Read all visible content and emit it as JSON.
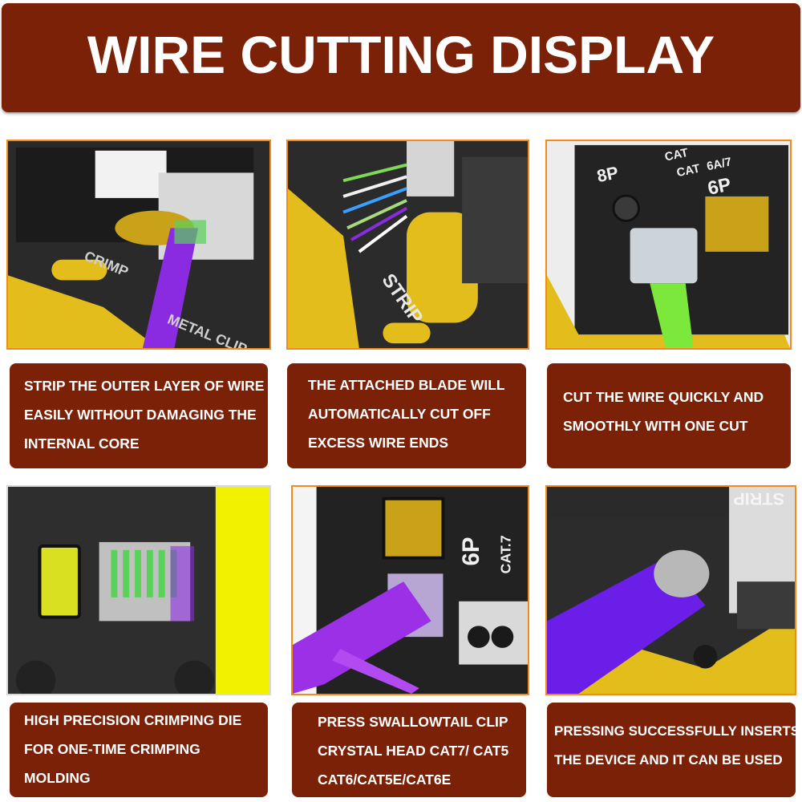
{
  "title": "WIRE CUTTING DISPLAY",
  "colors": {
    "banner": "#7a2108",
    "border": "#f28a1c",
    "tool_yellow": "#e6c31a",
    "cable_purple": "#8a2be2"
  },
  "panels": [
    {
      "photo": {
        "labels": [
          "CRIMP",
          "METAL CLIP"
        ]
      },
      "caption": [
        "STRIP THE OUTER LAYER OF WIRE",
        "EASILY WITHOUT DAMAGING THE",
        "INTERNAL CORE"
      ]
    },
    {
      "photo": {
        "labels": [
          "STRIP"
        ]
      },
      "caption": [
        "THE ATTACHED BLADE WILL",
        "AUTOMATICALLY CUT OFF",
        "EXCESS WIRE ENDS"
      ]
    },
    {
      "photo": {
        "labels": [
          "8P",
          "CAT",
          "CAT",
          "6A/7",
          "6P"
        ]
      },
      "caption": [
        "CUT THE WIRE QUICKLY AND",
        "SMOOTHLY WITH ONE CUT"
      ]
    },
    {
      "photo": {
        "labels": []
      },
      "caption": [
        "HIGH PRECISION CRIMPING DIE",
        "FOR ONE-TIME CRIMPING",
        "MOLDING"
      ]
    },
    {
      "photo": {
        "labels": [
          "6P",
          "CAT.7"
        ]
      },
      "caption": [
        "PRESS SWALLOWTAIL CLIP",
        "CRYSTAL HEAD CAT7/ CAT5",
        "CAT6/CAT5E/CAT6E"
      ]
    },
    {
      "photo": {
        "labels": [
          "STRIP"
        ]
      },
      "caption": [
        "PRESSING SUCCESSFULLY INSERTS",
        "THE DEVICE AND IT CAN BE USED"
      ]
    }
  ]
}
